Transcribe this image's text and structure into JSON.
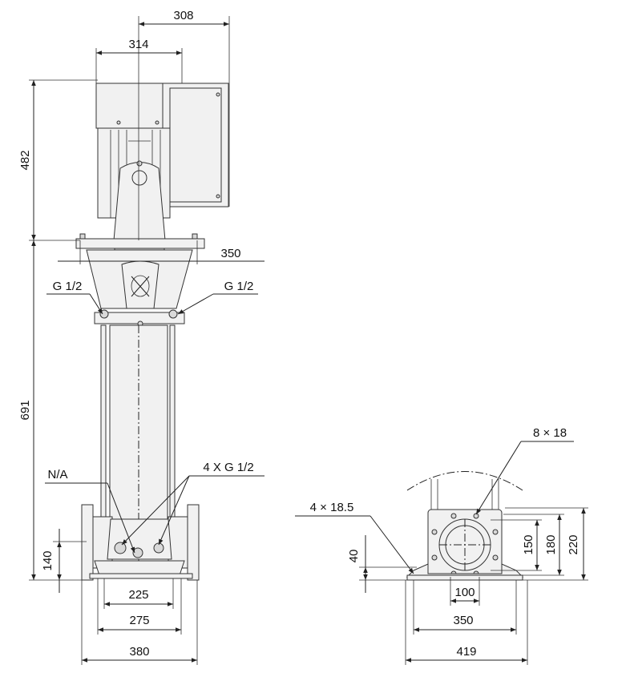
{
  "front_view": {
    "dimensions": {
      "motor_depth": "308",
      "motor_width": "314",
      "motor_height": "482",
      "flange_width": "350",
      "port_left": "G 1/2",
      "port_right": "G 1/2",
      "pump_height": "691",
      "drain_label": "N/A",
      "drain_ports": "4 X G 1/2",
      "inlet_height": "140",
      "foot_inner": "225",
      "foot_mid": "275",
      "foot_outer": "380"
    }
  },
  "side_view": {
    "dimensions": {
      "flange_holes": "8 × 18",
      "foot_holes": "4 × 18.5",
      "foot_height": "40",
      "flange_150": "150",
      "flange_180": "180",
      "flange_220": "220",
      "pipe_100": "100",
      "foot_350": "350",
      "foot_419": "419"
    }
  }
}
